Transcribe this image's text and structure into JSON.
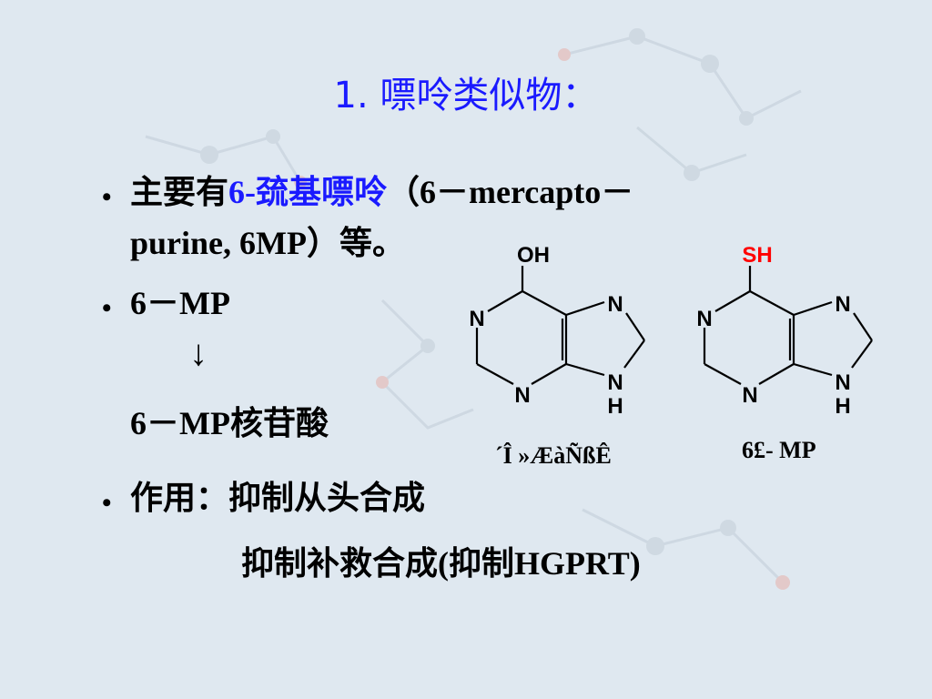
{
  "title": "1. 嘌呤类似物：",
  "bullets": [
    {
      "line1_a": "主要有",
      "line1_b": "6-巯基嘌呤",
      "line1_c": "（6－mercapto－",
      "line2": "purine,  6MP）等。"
    },
    {
      "line1": "6－MP",
      "arrow": "↓",
      "line2": "6－MP核苷酸"
    },
    {
      "line1": "作用：抑制从头合成",
      "line2": "抑制补救合成(抑制HGPRT)"
    }
  ],
  "molecule_left": {
    "top_group": "OH",
    "n1": "N",
    "n3": "N",
    "n7": "N",
    "n9": "N",
    "h9": "H",
    "caption": "´Î »ÆàÑßÊ"
  },
  "molecule_right": {
    "top_group": "SH",
    "n1": "N",
    "n3": "N",
    "n7": "N",
    "n9": "N",
    "h9": "H",
    "caption": "6£- MP"
  },
  "colors": {
    "title": "#1a1aff",
    "highlight": "#1a1aff",
    "sh": "#ff0000"
  }
}
